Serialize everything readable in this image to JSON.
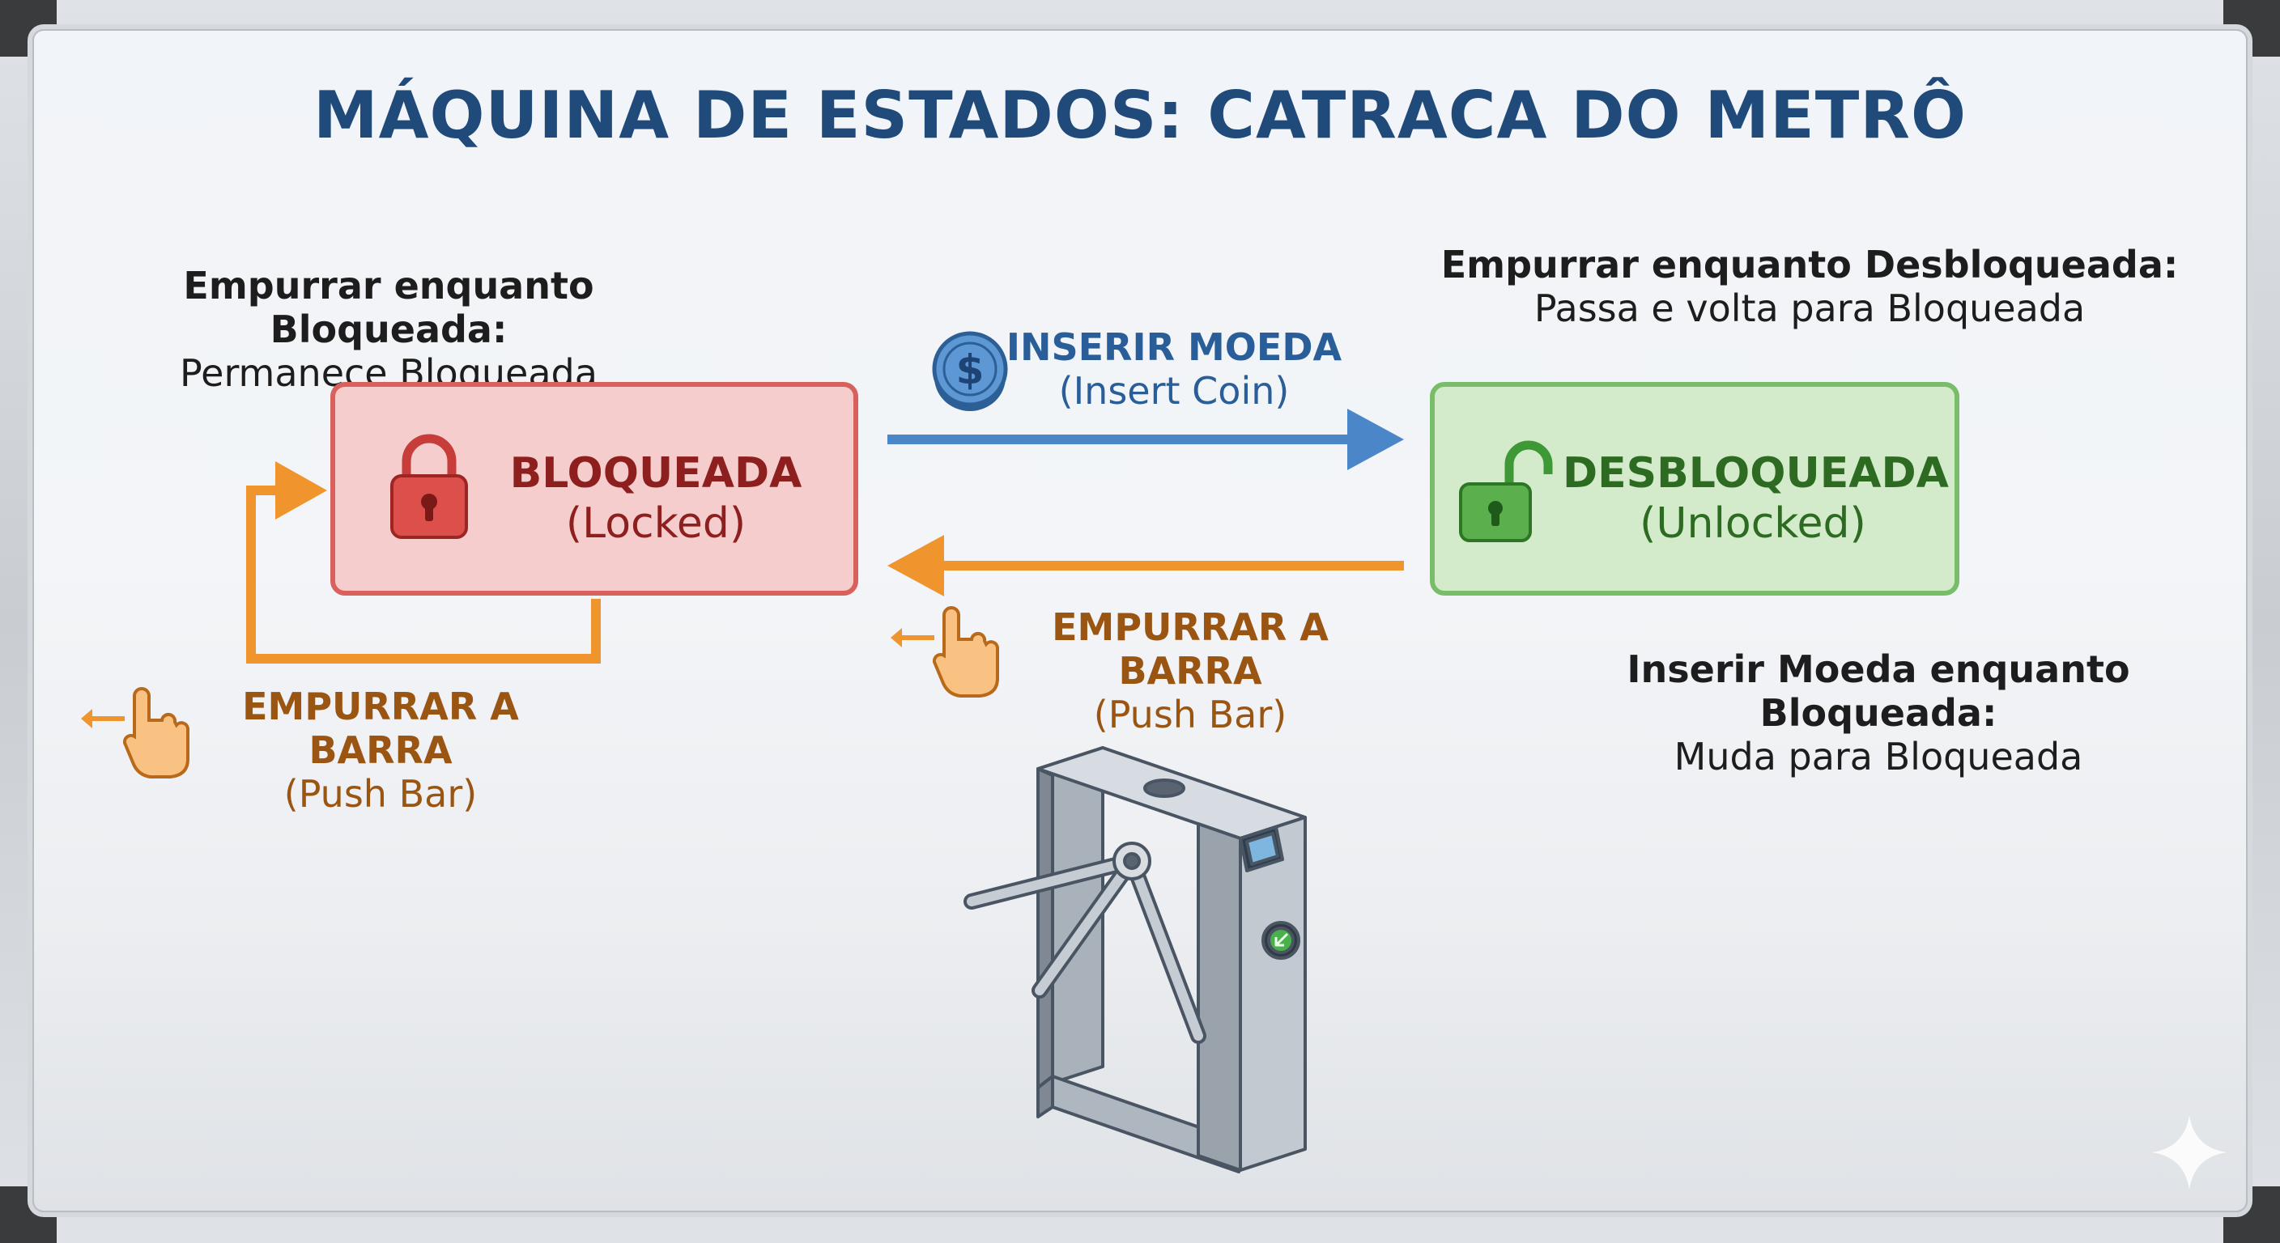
{
  "title": "MÁQUINA DE ESTADOS: CATRACA DO METRÔ",
  "notes": {
    "locked_push": {
      "bold": "Empurrar enquanto Bloqueada:",
      "regular": "Permanece Bloqueada"
    },
    "unlocked_push": {
      "bold": "Empurrar enquanto Desbloqueada:",
      "regular": "Passa e volta para Bloqueada"
    },
    "locked_coin": {
      "bold_line1": "Inserir Moeda enquanto",
      "bold_line2": "Bloqueada:",
      "regular": "Muda para Bloqueada"
    }
  },
  "states": {
    "locked": {
      "name": "BLOQUEADA",
      "subtitle": "(Locked)",
      "icon": "padlock-closed-icon"
    },
    "unlocked": {
      "name": "DESBLOQUEADA",
      "subtitle": "(Unlocked)",
      "icon": "padlock-open-icon"
    }
  },
  "transitions": {
    "insert_coin": {
      "name": "INSERIR MOEDA",
      "subtitle": "(Insert Coin)",
      "icon": "dollar-coin-icon"
    },
    "push_bar_return": {
      "name": "EMPURRAR A BARRA",
      "subtitle": "(Push Bar)",
      "icon": "pointing-hand-icon"
    },
    "push_bar_self": {
      "name": "EMPURRAR A BARRA",
      "subtitle": "(Push Bar)",
      "icon": "pointing-hand-icon"
    }
  },
  "colors": {
    "title": "#1f4a7a",
    "locked_text": "#8e1f1f",
    "unlocked_text": "#2e6b22",
    "coin_arrow": "#4a86c8",
    "push_arrow": "#f0952e",
    "push_text": "#9a5513",
    "coin_text": "#2a5e98"
  }
}
